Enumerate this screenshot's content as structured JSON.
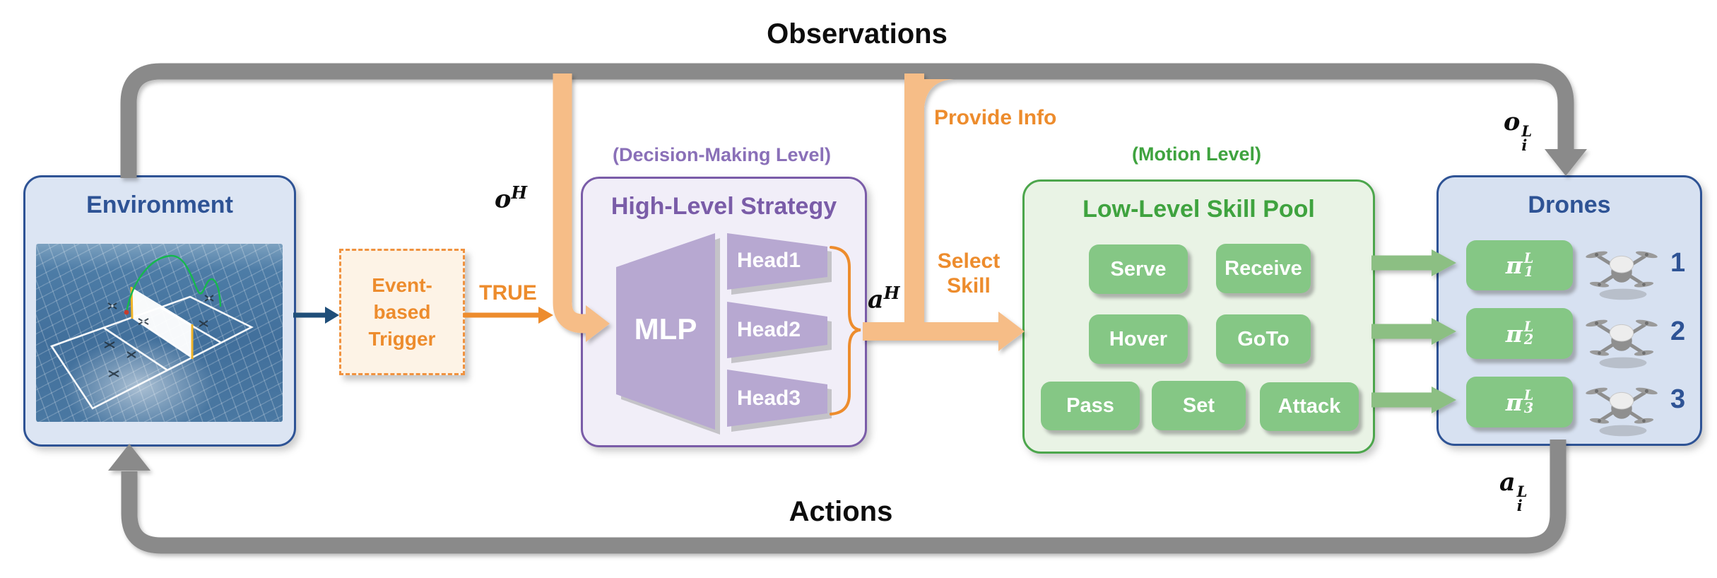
{
  "colors": {
    "blue": "#2E5395",
    "env-fill": "#DCE5F3",
    "drones-fill": "#D7E1F1",
    "purple": "#7A5CA8",
    "purple-caption": "#8A70B8",
    "purple-fill": "#F1EEF8",
    "trapezoid": "#B7A8D1",
    "green": "#3FA33F",
    "green-border": "#4CA64C",
    "green-fill": "#E9F3E5",
    "green-button": "#85C785",
    "green-arrow": "#8CBF83",
    "orange": "#ED8C2D",
    "pipe-orange": "#F6BD87",
    "trigger-fill": "#FDF3E6",
    "trigger-border": "#F0923F",
    "pipe-gray": "#8A8A8A",
    "arrow-blue": "#1F4E79",
    "ink": "#0D0D0D"
  },
  "loop": {
    "observations": "Observations",
    "actions": "Actions"
  },
  "environment": {
    "title": "Environment"
  },
  "trigger": {
    "line1": "Event-",
    "line2": "based",
    "line3": "Trigger",
    "signal": "TRUE"
  },
  "decision": {
    "caption": "(Decision-Making Level)",
    "title": "High-Level Strategy",
    "mlp": "MLP",
    "heads": [
      "Head1",
      "Head2",
      "Head3"
    ]
  },
  "motion": {
    "caption": "(Motion Level)",
    "title": "Low-Level Skill Pool",
    "skills": [
      "Serve",
      "Receive",
      "Hover",
      "GoTo",
      "Pass",
      "Set",
      "Attack"
    ]
  },
  "drones": {
    "title": "Drones",
    "numbers": [
      "1",
      "2",
      "3"
    ],
    "policies": [
      {
        "base": "π",
        "sub": "1",
        "sup": "L"
      },
      {
        "base": "π",
        "sub": "2",
        "sup": "L"
      },
      {
        "base": "π",
        "sub": "3",
        "sup": "L"
      }
    ]
  },
  "signals": {
    "provide_info": "Provide Info",
    "select_skill": [
      "Select",
      "Skill"
    ],
    "o_high": {
      "base": "o",
      "sup": "H"
    },
    "a_high": {
      "base": "a",
      "sup": "H"
    },
    "o_low": {
      "base": "o",
      "sup": "L",
      "sub": "i"
    },
    "a_low": {
      "base": "a",
      "sup": "L",
      "sub": "i"
    }
  }
}
